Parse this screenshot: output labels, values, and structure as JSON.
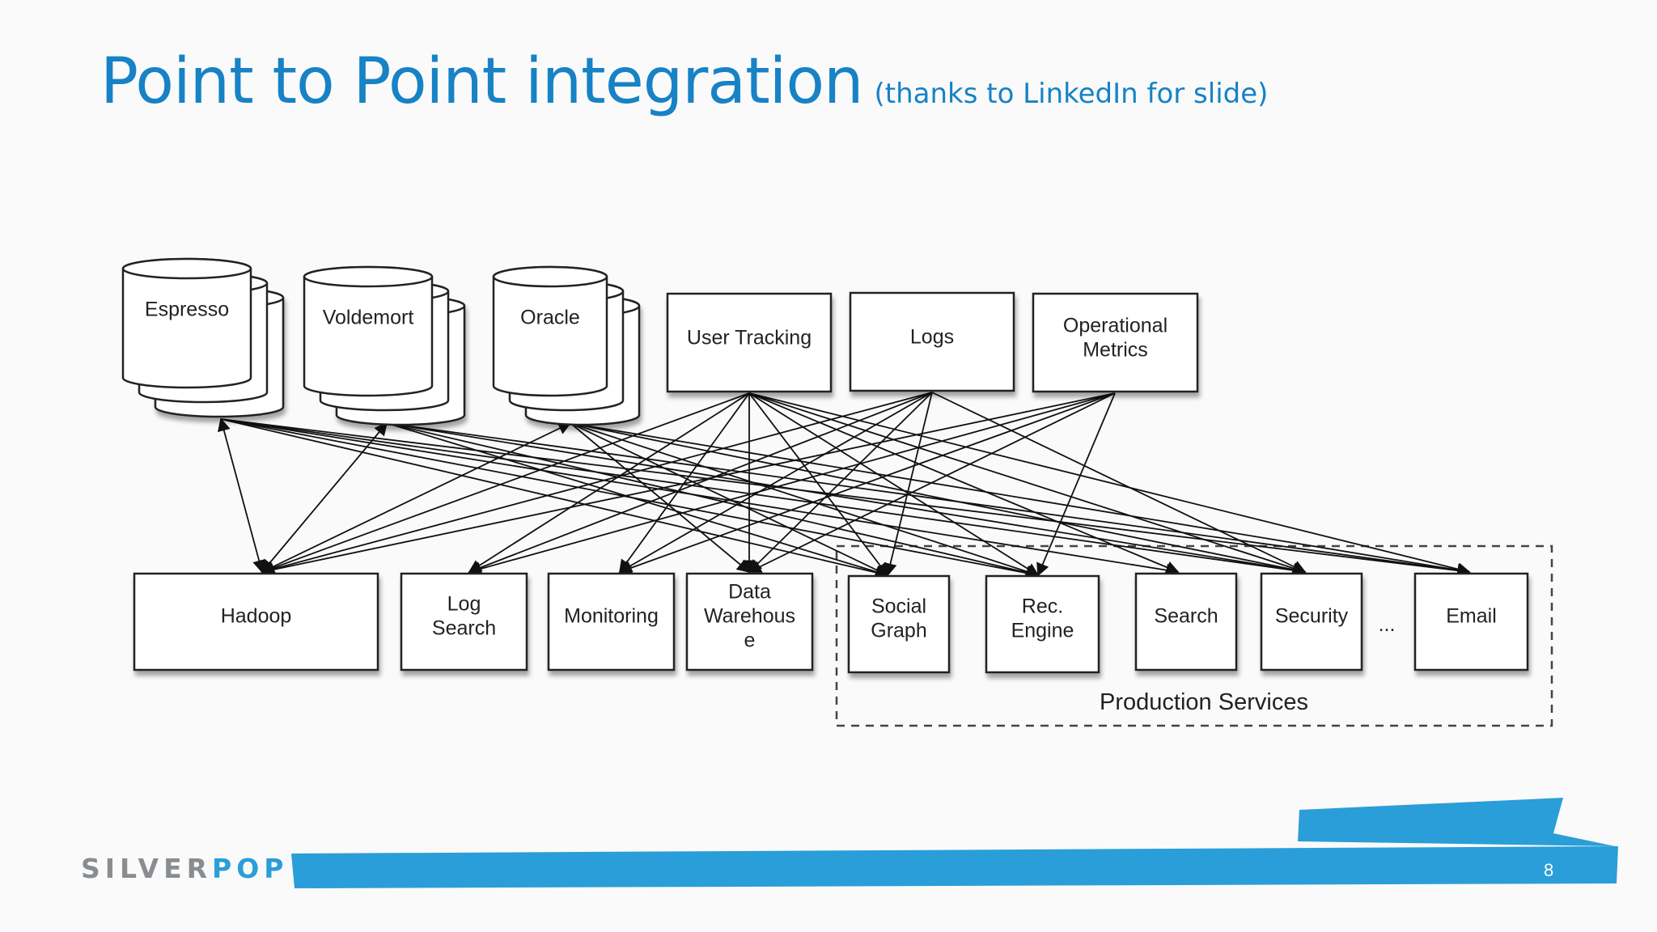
{
  "slide": {
    "title": "Point to Point integration",
    "subtitle": "(thanks to LinkedIn for slide)",
    "page_number": "8",
    "brand_color": "#1782c5",
    "accent_color": "#2a9ed8"
  },
  "logo": {
    "part1": "SILVER",
    "part2": "POP"
  },
  "diagram": {
    "sources": [
      {
        "id": "espresso",
        "label": "Espresso",
        "shape": "stacked-database"
      },
      {
        "id": "voldemort",
        "label": "Voldemort",
        "shape": "stacked-database"
      },
      {
        "id": "oracle",
        "label": "Oracle",
        "shape": "stacked-database"
      },
      {
        "id": "user_tracking",
        "label": "User Tracking",
        "shape": "box"
      },
      {
        "id": "logs",
        "label": "Logs",
        "shape": "box"
      },
      {
        "id": "op_metrics",
        "label": "Operational\nMetrics",
        "shape": "box"
      }
    ],
    "targets": [
      {
        "id": "hadoop",
        "label": "Hadoop"
      },
      {
        "id": "log_search",
        "label": "Log\nSearch"
      },
      {
        "id": "monitoring",
        "label": "Monitoring"
      },
      {
        "id": "dwh",
        "label": "Data\nWarehous\ne"
      },
      {
        "id": "social",
        "label": "Social\nGraph"
      },
      {
        "id": "rec",
        "label": "Rec.\nEngine"
      },
      {
        "id": "search",
        "label": "Search"
      },
      {
        "id": "security",
        "label": "Security"
      },
      {
        "id": "email",
        "label": "Email"
      }
    ],
    "ellipsis": "...",
    "group_label": "Production Services",
    "edges": [
      [
        "espresso",
        "hadoop",
        "both"
      ],
      [
        "espresso",
        "social",
        "to"
      ],
      [
        "espresso",
        "rec",
        "to"
      ],
      [
        "espresso",
        "search",
        "to"
      ],
      [
        "espresso",
        "security",
        "to"
      ],
      [
        "espresso",
        "email",
        "to"
      ],
      [
        "voldemort",
        "hadoop",
        "both"
      ],
      [
        "voldemort",
        "social",
        "to"
      ],
      [
        "voldemort",
        "rec",
        "to"
      ],
      [
        "voldemort",
        "security",
        "to"
      ],
      [
        "voldemort",
        "email",
        "to"
      ],
      [
        "oracle",
        "hadoop",
        "both"
      ],
      [
        "oracle",
        "dwh",
        "to"
      ],
      [
        "oracle",
        "social",
        "to"
      ],
      [
        "oracle",
        "rec",
        "to"
      ],
      [
        "oracle",
        "security",
        "to"
      ],
      [
        "oracle",
        "email",
        "to"
      ],
      [
        "user_tracking",
        "hadoop",
        "to"
      ],
      [
        "user_tracking",
        "log_search",
        "to"
      ],
      [
        "user_tracking",
        "monitoring",
        "to"
      ],
      [
        "user_tracking",
        "dwh",
        "to"
      ],
      [
        "user_tracking",
        "social",
        "to"
      ],
      [
        "user_tracking",
        "rec",
        "to"
      ],
      [
        "user_tracking",
        "search",
        "to"
      ],
      [
        "user_tracking",
        "security",
        "to"
      ],
      [
        "user_tracking",
        "email",
        "to"
      ],
      [
        "logs",
        "hadoop",
        "to"
      ],
      [
        "logs",
        "log_search",
        "to"
      ],
      [
        "logs",
        "monitoring",
        "to"
      ],
      [
        "logs",
        "dwh",
        "to"
      ],
      [
        "logs",
        "social",
        "to"
      ],
      [
        "logs",
        "security",
        "to"
      ],
      [
        "op_metrics",
        "hadoop",
        "to"
      ],
      [
        "op_metrics",
        "log_search",
        "to"
      ],
      [
        "op_metrics",
        "monitoring",
        "to"
      ],
      [
        "op_metrics",
        "dwh",
        "to"
      ],
      [
        "op_metrics",
        "rec",
        "to"
      ]
    ]
  }
}
